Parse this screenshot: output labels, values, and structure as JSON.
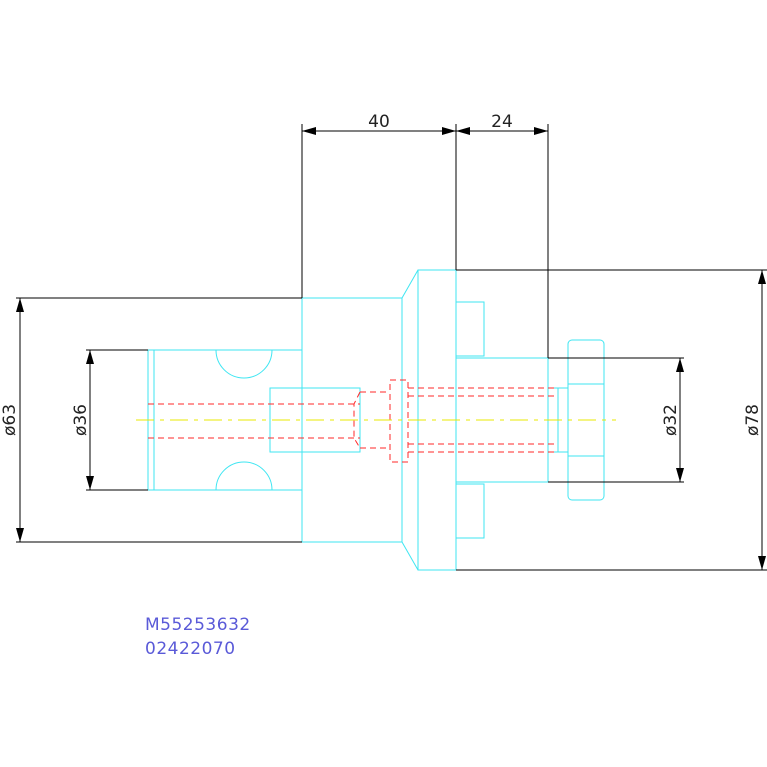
{
  "colors": {
    "part_outline": "#3fe6f2",
    "hidden_line": "#ff2a2a",
    "center_line": "#e8e800",
    "dimension_line": "#000000",
    "dimension_text": "#222222",
    "code_text": "#5a5ad8",
    "background": "#ffffff"
  },
  "dimensions": {
    "length_left": "40",
    "length_right": "24",
    "dia_63": "ø63",
    "dia_36": "ø36",
    "dia_32": "ø32",
    "dia_78": "ø78"
  },
  "part_code": {
    "line1": "M55253632",
    "line2": "02422070"
  }
}
